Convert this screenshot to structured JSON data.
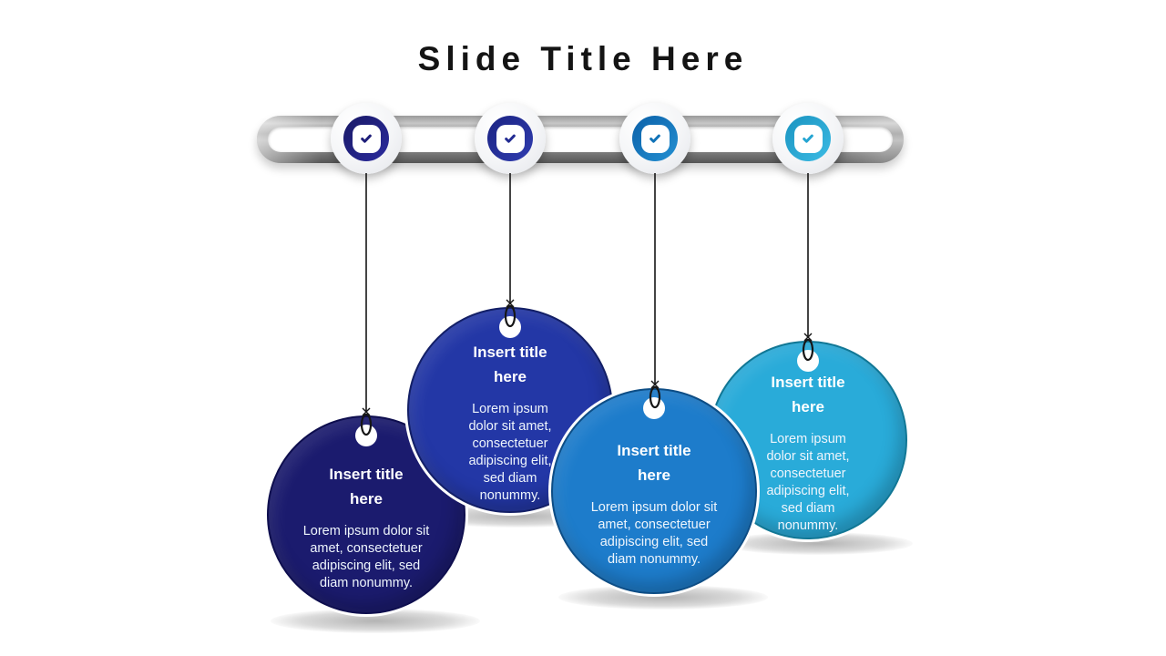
{
  "slide": {
    "title": "Slide Title Here",
    "background_color": "#ffffff",
    "title_color": "#141414"
  },
  "timeline_bar": {
    "metal_light": "#c6c6c6",
    "metal_mid": "#8f8f8f",
    "metal_dark": "#555555",
    "inner_color": "#ffffff"
  },
  "string_color": "#161616",
  "items": [
    {
      "badge_icon": "check-icon",
      "badge_colors": [
        "#191965",
        "#2b2b9e"
      ],
      "check_color": "#1f1f7a",
      "circle_color": "#1b1b6e",
      "circle_edge": "#0e0e4e",
      "title": "Insert title\nhere",
      "body": "Lorem ipsum dolor sit\namet, consectetuer\nadipiscing elit, sed\ndiam nonummy."
    },
    {
      "badge_icon": "check-icon",
      "badge_colors": [
        "#1b2382",
        "#303db0"
      ],
      "check_color": "#232c93",
      "circle_color": "#2337a6",
      "circle_edge": "#131f66",
      "title": "Insert title\nhere",
      "body": "Lorem ipsum\ndolor sit amet,\nconsectetuer\nadipiscing elit,\nsed diam\nnonummy."
    },
    {
      "badge_icon": "check-icon",
      "badge_colors": [
        "#0b60a8",
        "#2490d2"
      ],
      "check_color": "#1173b8",
      "circle_color": "#1d7ccb",
      "circle_edge": "#0d4d85",
      "title": "Insert title\nhere",
      "body": "Lorem ipsum dolor sit\namet, consectetuer\nadipiscing elit, sed\ndiam nonummy."
    },
    {
      "badge_icon": "check-icon",
      "badge_colors": [
        "#1a93c0",
        "#3cbbe4"
      ],
      "check_color": "#25a5d2",
      "circle_color": "#29abd9",
      "circle_edge": "#117795",
      "title": "Insert title\nhere",
      "body": "Lorem ipsum\ndolor sit amet,\nconsectetuer\nadipiscing elit,\nsed diam\nnonummy."
    }
  ]
}
